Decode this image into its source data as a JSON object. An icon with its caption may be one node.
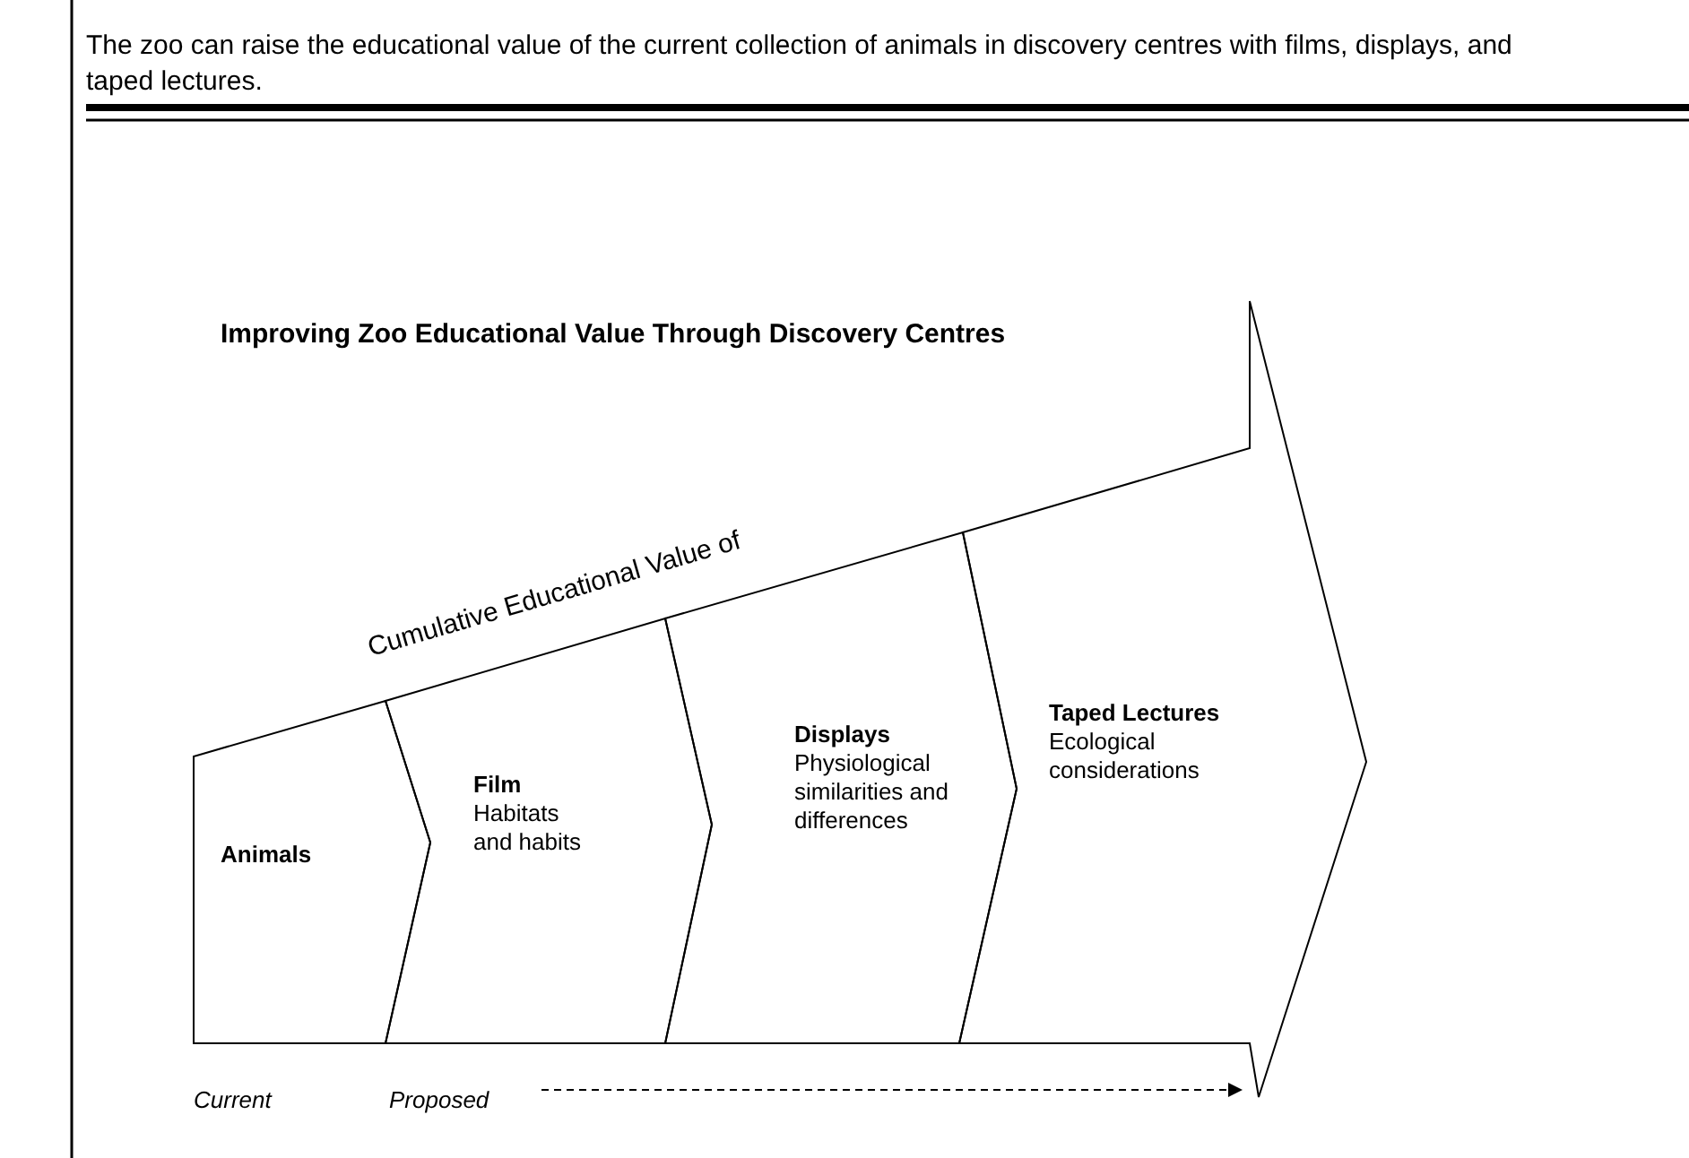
{
  "diagram": {
    "title": "Improving Zoo Educational Value Through Discovery Centres",
    "nodes": [
      {
        "text": [
          "Animals"
        ]
      },
      {
        "text": [
          "Film",
          "Habitats and habits"
        ]
      },
      {
        "text": [
          "Displays",
          "Physiological similarities and differences"
        ]
      },
      {
        "text": [
          "Taped Lectures",
          "Ecological considerations"
        ]
      }
    ],
    "edges": [],
    "labels": [
      "The zoo can raise the educational value of the current collection of animals in discovery centres with films, displays, and taped lectures.",
      "Cumulative Educational Value of",
      "Current",
      "Proposed"
    ]
  }
}
